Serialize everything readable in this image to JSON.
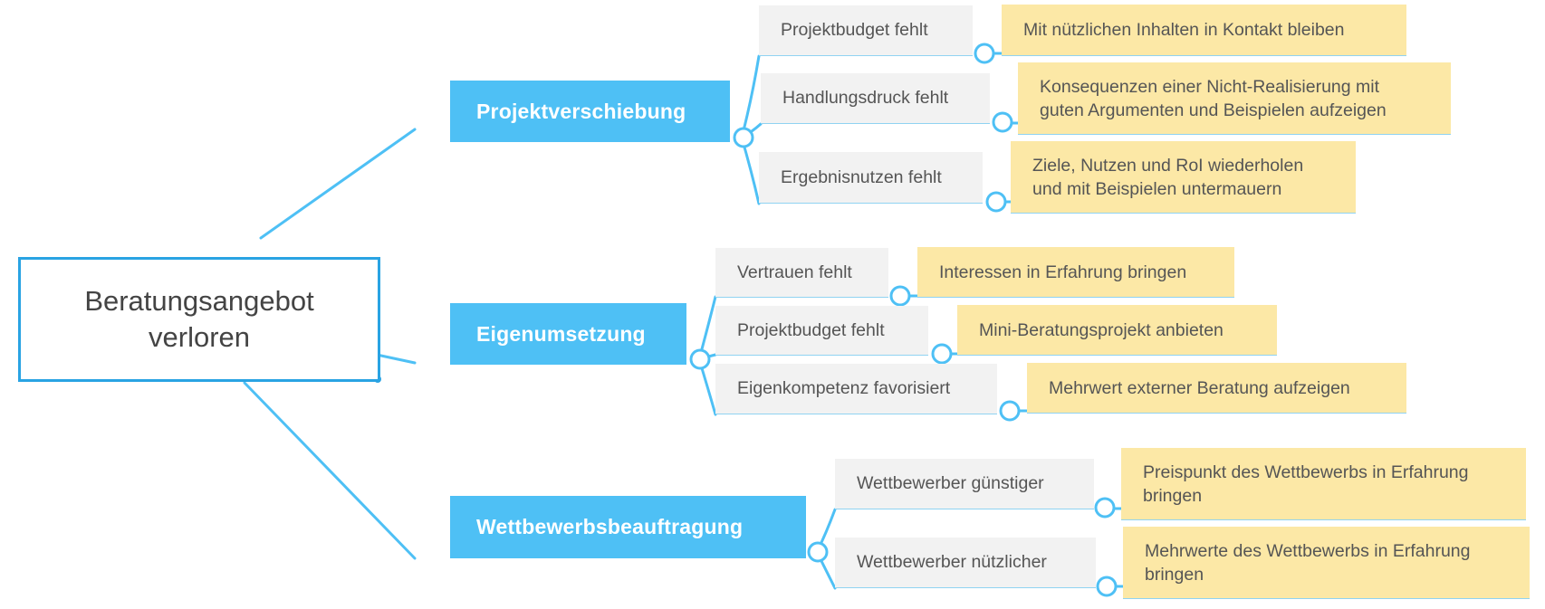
{
  "root": {
    "line1": "Beratungsangebot",
    "line2": "verloren"
  },
  "branches": [
    {
      "label": "Projektverschiebung",
      "items": [
        {
          "reason": "Projektbudget fehlt",
          "action": [
            "Mit nützlichen Inhalten in Kontakt bleiben",
            ""
          ]
        },
        {
          "reason": "Handlungsdruck fehlt",
          "action": [
            "Konsequenzen einer Nicht-Realisierung mit",
            "guten Argumenten und Beispielen aufzeigen"
          ]
        },
        {
          "reason": "Ergebnisnutzen fehlt",
          "action": [
            "Ziele, Nutzen und RoI wiederholen",
            "und mit Beispielen untermauern"
          ]
        }
      ]
    },
    {
      "label": "Eigenumsetzung",
      "items": [
        {
          "reason": "Vertrauen fehlt",
          "action": [
            "Interessen in Erfahrung bringen",
            ""
          ]
        },
        {
          "reason": "Projektbudget fehlt",
          "action": [
            "Mini-Beratungsprojekt anbieten",
            ""
          ]
        },
        {
          "reason": "Eigenkompetenz favorisiert",
          "action": [
            "Mehrwert externer Beratung aufzeigen",
            ""
          ]
        }
      ]
    },
    {
      "label": "Wettbewerbsbeauftragung",
      "items": [
        {
          "reason": "Wettbewerber günstiger",
          "action": [
            "Preispunkt des Wettbewerbs in Erfahrung",
            "bringen"
          ]
        },
        {
          "reason": "Wettbewerber nützlicher",
          "action": [
            "Mehrwerte des Wettbewerbs in Erfahrung",
            "bringen"
          ]
        }
      ]
    }
  ],
  "colors": {
    "connector": "#4ec0f5",
    "root_border": "#29a3e3",
    "branch_fill": "#4ec0f5",
    "reason_fill": "#f2f2f2",
    "action_fill": "#fce8a6"
  }
}
